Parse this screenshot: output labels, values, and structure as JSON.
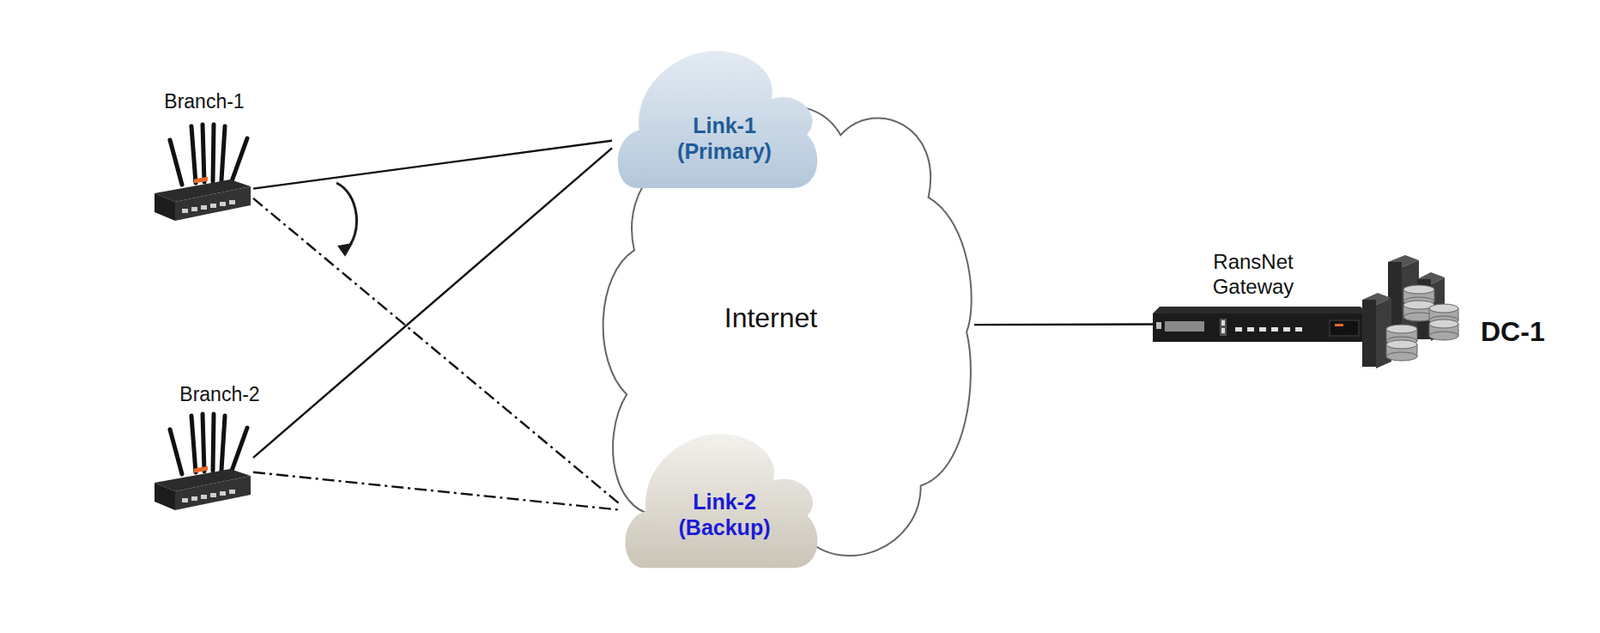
{
  "diagram": {
    "nodes": [
      {
        "text": [
          "Branch-1"
        ]
      },
      {
        "text": [
          "Link-1 (Primary)"
        ]
      },
      {
        "text": [
          "Internet"
        ]
      },
      {
        "text": [
          "Branch-2"
        ]
      },
      {
        "text": [
          "Link-2 (Backup)"
        ]
      },
      {
        "text": [
          "RansNet Gateway"
        ]
      },
      {
        "text": [
          "DC-1"
        ]
      }
    ],
    "edges": [
      {
        "from": 0,
        "to": 1,
        "arrow": "none"
      },
      {
        "from": 3,
        "to": 1,
        "arrow": "none"
      },
      {
        "from": 0,
        "to": 4,
        "arrow": "none"
      },
      {
        "from": 3,
        "to": 4,
        "arrow": "none"
      },
      {
        "from": 2,
        "to": 5,
        "arrow": "none"
      }
    ]
  }
}
